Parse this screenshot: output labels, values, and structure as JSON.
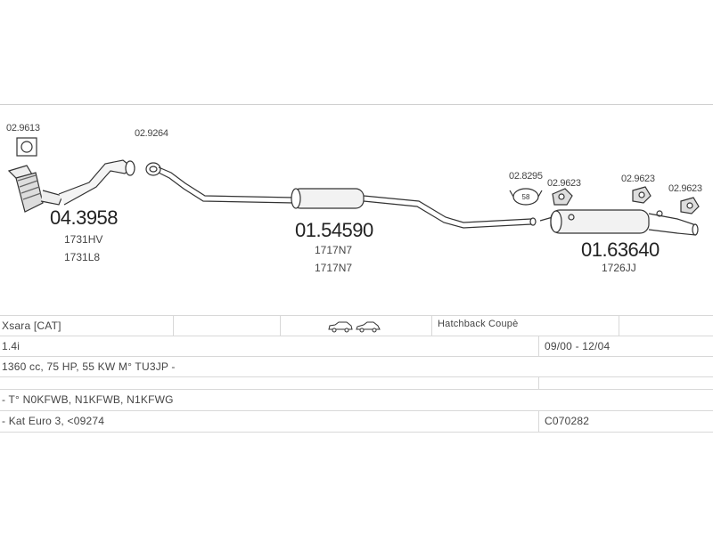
{
  "parts": [
    {
      "code": "02.9613"
    },
    {
      "code": "04.3958",
      "refs": [
        "1731HV",
        "1731L8"
      ]
    },
    {
      "code": "02.9264"
    },
    {
      "code": "01.54590",
      "refs": [
        "1717N7",
        "1717N7"
      ]
    },
    {
      "code": "02.8295"
    },
    {
      "code": "02.9623"
    },
    {
      "code": "02.9623"
    },
    {
      "code": "02.9623"
    },
    {
      "code": "01.63640",
      "refs": [
        "1726JJ"
      ]
    }
  ],
  "clamp_size": "58",
  "table": {
    "model": "Xsara  [CAT]",
    "body_type": "Hatchback Coupè",
    "engine": "1.4i",
    "years": "09/00 - 12/04",
    "specs": "1360 cc, 75 HP, 55 KW M° TU3JP -",
    "type_codes": "- T° N0KFWB, N1KFWB, N1KFWG",
    "emission": "- Kat Euro 3, <09274",
    "catalog_code": "C070282"
  },
  "icons": [
    "car-hatchback-icon",
    "car-coupe-icon"
  ]
}
